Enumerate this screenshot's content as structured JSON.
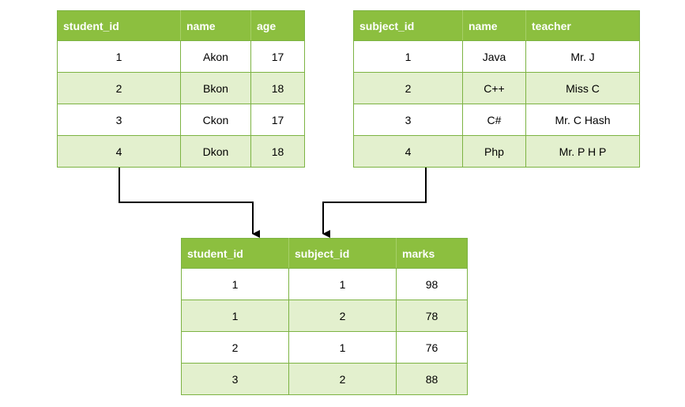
{
  "students": {
    "columns": [
      "student_id",
      "name",
      "age"
    ],
    "rows": [
      [
        "1",
        "Akon",
        "17"
      ],
      [
        "2",
        "Bkon",
        "18"
      ],
      [
        "3",
        "Ckon",
        "17"
      ],
      [
        "4",
        "Dkon",
        "18"
      ]
    ]
  },
  "subjects": {
    "columns": [
      "subject_id",
      "name",
      "teacher"
    ],
    "rows": [
      [
        "1",
        "Java",
        "Mr. J"
      ],
      [
        "2",
        "C++",
        "Miss C"
      ],
      [
        "3",
        "C#",
        "Mr. C Hash"
      ],
      [
        "4",
        "Php",
        "Mr. P H P"
      ]
    ]
  },
  "marks": {
    "columns": [
      "student_id",
      "subject_id",
      "marks"
    ],
    "rows": [
      [
        "1",
        "1",
        "98"
      ],
      [
        "1",
        "2",
        "78"
      ],
      [
        "2",
        "1",
        "76"
      ],
      [
        "3",
        "2",
        "88"
      ]
    ]
  },
  "colors": {
    "header": "#8cbf3f",
    "border": "#7cb342",
    "alt_row": "#e3f0ce",
    "connector": "#000000"
  }
}
